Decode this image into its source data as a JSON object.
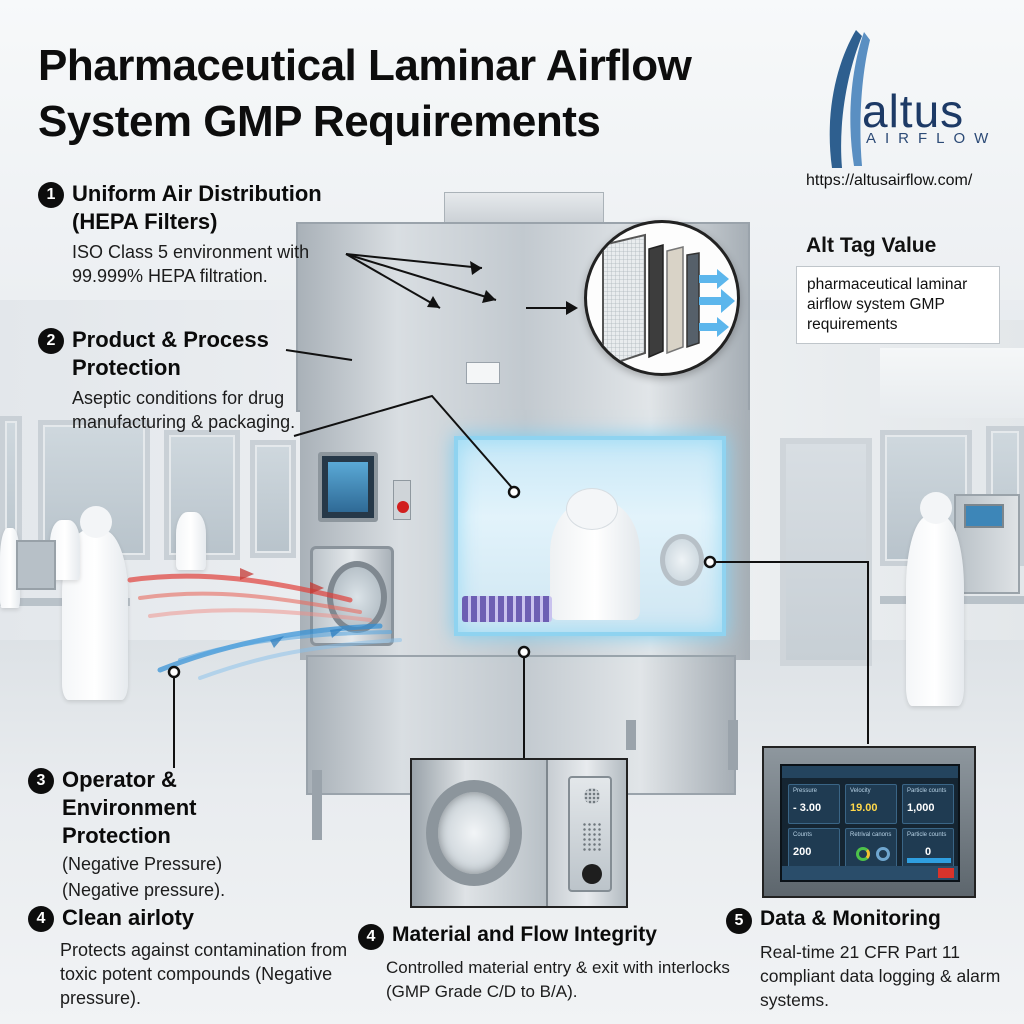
{
  "title": "Pharmaceutical Laminar Airflow System GMP Requirements",
  "brand": {
    "name": "altus",
    "sub": "AIRFLOW",
    "url": "https://altusairflow.com/"
  },
  "alt_tag": {
    "title": "Alt Tag Value",
    "value": "pharmaceutical laminar airflow system GMP requirements"
  },
  "features": [
    {
      "number": "1",
      "title": "Uniform Air Distribution (HEPA Filters)",
      "description": "ISO Class 5 environment with 99.999% HEPA filtration."
    },
    {
      "number": "2",
      "title": "Product & Process Protection",
      "description": "Aseptic conditions for drug manufacturing & packaging."
    },
    {
      "number": "3",
      "title": "Operator & Environment Protection",
      "description_line1": "(Negative Pressure)",
      "description_line2": "(Negative pressure)."
    },
    {
      "number": "4",
      "title": "Clean airloty",
      "description": "Protects against contamination from toxic potent compounds (Negative pressure)."
    },
    {
      "number": "4",
      "title": "Material and Flow Integrity",
      "description": "Controlled material entry & exit with interlocks (GMP Grade C/D to B/A)."
    },
    {
      "number": "5",
      "title": "Data & Monitoring",
      "description": "Real-time 21 CFR Part 11 compliant data logging & alarm systems."
    }
  ],
  "monitor": {
    "tiles": [
      {
        "label": "Pressure",
        "value": "- 3.00"
      },
      {
        "label": "Velocity",
        "value": "19.00"
      },
      {
        "label": "Particle counts",
        "value": "1,000"
      },
      {
        "label": "Counts",
        "value": "200"
      },
      {
        "label": "Retrival canons",
        "value": ""
      },
      {
        "label": "Particle counts",
        "value": "0"
      }
    ]
  },
  "colors": {
    "accent_blue": "#2f8fd6",
    "warm_red": "#e0403a",
    "window_glow": "#7fd0f3",
    "brand_navy": "#1d3a66"
  }
}
